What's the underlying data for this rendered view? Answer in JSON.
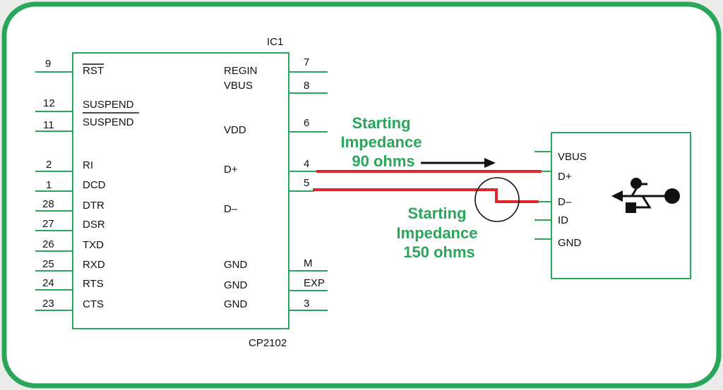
{
  "ic": {
    "ref": "IC1",
    "part": "CP2102",
    "left_pins": [
      {
        "num": "9",
        "name": "RST",
        "overline": true
      },
      {
        "num": "12",
        "name": "SUSPEND",
        "overline": false
      },
      {
        "num": "11",
        "name": "SUSPEND",
        "overline": true
      },
      {
        "num": "2",
        "name": "RI"
      },
      {
        "num": "1",
        "name": "DCD"
      },
      {
        "num": "28",
        "name": "DTR"
      },
      {
        "num": "27",
        "name": "DSR"
      },
      {
        "num": "26",
        "name": "TXD"
      },
      {
        "num": "25",
        "name": "RXD"
      },
      {
        "num": "24",
        "name": "RTS"
      },
      {
        "num": "23",
        "name": "CTS"
      }
    ],
    "right_pins": [
      {
        "num": "7",
        "name": "REGIN"
      },
      {
        "num": "8",
        "name": "VBUS"
      },
      {
        "num": "6",
        "name": "VDD"
      },
      {
        "num": "4",
        "name": "D+"
      },
      {
        "num": "5",
        "name": "D–"
      },
      {
        "num": "M",
        "name": "GND"
      },
      {
        "num": "EXP",
        "name": "GND"
      },
      {
        "num": "3",
        "name": "GND"
      }
    ]
  },
  "usb": {
    "pins": [
      {
        "name": "VBUS"
      },
      {
        "name": "D+"
      },
      {
        "name": "D–"
      },
      {
        "name": "ID"
      },
      {
        "name": "GND"
      }
    ],
    "icon": "usb-icon"
  },
  "annotations": {
    "dplus": {
      "line1": "Starting",
      "line2": "Impedance",
      "line3": "90 ohms"
    },
    "dminus": {
      "line1": "Starting",
      "line2": "Impedance",
      "line3": "150 ohms"
    }
  },
  "colors": {
    "frame": "#2aa65a",
    "schematic": "#2aa65a",
    "trace": "#e0252a",
    "annotation": "#2aa65a",
    "arrow": "#111111"
  }
}
